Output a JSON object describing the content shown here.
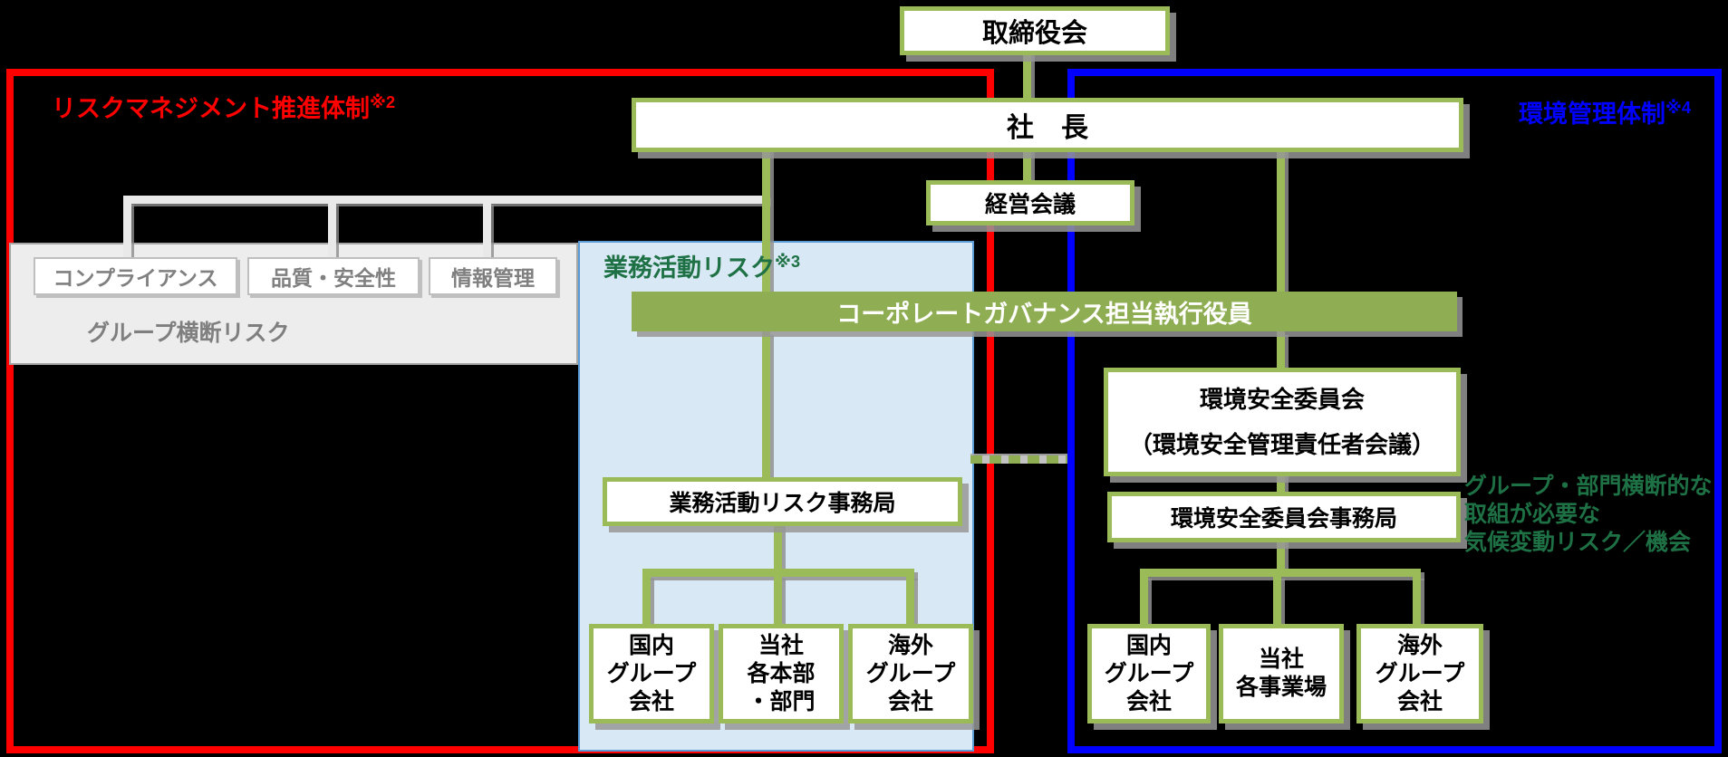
{
  "colors": {
    "green_border": "#9bbb59",
    "green_bar_fill": "#8fae53",
    "red_zone_border": "#ff0000",
    "blue_zone_border": "#0000ff",
    "dark_green_text": "#1e7145",
    "gray_text": "#808080",
    "light_blue_fill": "#d9e8f5",
    "light_blue_border": "#5b9bd5",
    "gray_panel_fill": "#ededed",
    "background": "#000000"
  },
  "top": {
    "board": "取締役会",
    "president": "社　長",
    "management_meeting": "経営会議"
  },
  "zones": {
    "risk_management": {
      "label": "リスクマネジメント推進体制",
      "note_ref": "※2"
    },
    "environment": {
      "label": "環境管理体制",
      "note_ref": "※4"
    }
  },
  "group_cross_risk": {
    "items": [
      "コンプライアンス",
      "品質・安全性",
      "情報管理"
    ],
    "caption": "グループ横断リスク"
  },
  "business_activity_risk": {
    "label": "業務活動リスク",
    "note_ref": "※3",
    "office": "業務活動リスク事務局",
    "children": [
      "国内\nグループ\n会社",
      "当社\n各本部\n・部門",
      "海外\nグループ\n会社"
    ]
  },
  "governance_officer": "コーポレートガバナンス担当執行役員",
  "environment_management": {
    "committee": "環境安全委員会\n（環境安全管理責任者会議）",
    "office": "環境安全委員会事務局",
    "children": [
      "国内\nグループ\n会社",
      "当社\n各事業場",
      "海外\nグループ\n会社"
    ],
    "annotation": "グループ・部門横断的な\n取組が必要な\n気候変動リスク／機会"
  }
}
